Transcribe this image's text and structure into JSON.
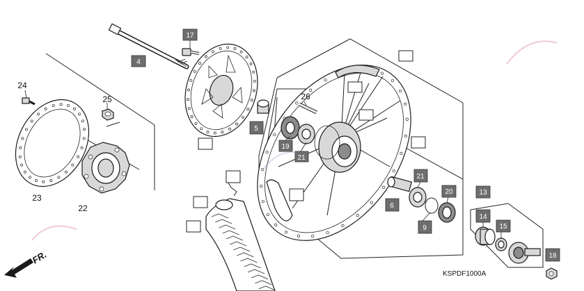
{
  "figure": {
    "code": "KSPDF1000A",
    "direction_label": "FR."
  },
  "callouts_dark": [
    {
      "id": "c4",
      "label": "4"
    },
    {
      "id": "c17",
      "label": "17"
    },
    {
      "id": "c5",
      "label": "5"
    },
    {
      "id": "c19",
      "label": "19"
    },
    {
      "id": "c21a",
      "label": "21"
    },
    {
      "id": "c21b",
      "label": "21"
    },
    {
      "id": "c6",
      "label": "6"
    },
    {
      "id": "c20",
      "label": "20"
    },
    {
      "id": "c9",
      "label": "9"
    },
    {
      "id": "c13",
      "label": "13"
    },
    {
      "id": "c14",
      "label": "14"
    },
    {
      "id": "c15",
      "label": "15"
    },
    {
      "id": "c18",
      "label": "18"
    }
  ],
  "callouts_text": [
    {
      "id": "t24",
      "label": "24"
    },
    {
      "id": "t25",
      "label": "25"
    },
    {
      "id": "t23",
      "label": "23"
    },
    {
      "id": "t22",
      "label": "22"
    },
    {
      "id": "t26",
      "label": "26"
    }
  ]
}
